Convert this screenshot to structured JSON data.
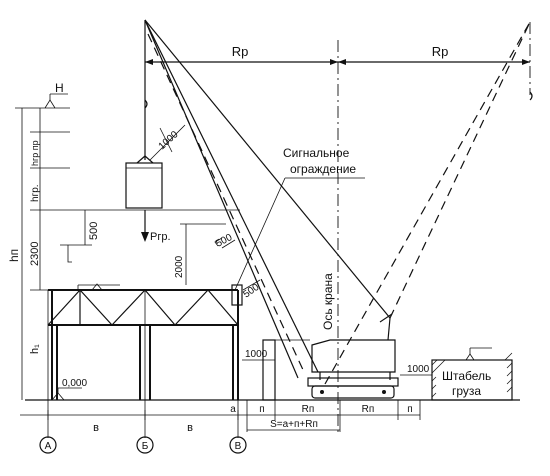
{
  "diagram": {
    "labels": {
      "H": "H",
      "h_gr_pr": "hгр пр",
      "h_gr": "hгр.",
      "h_p": "hп",
      "h_1": "h₁",
      "dim_2300": "2300",
      "dim_500_left": "500",
      "dim_1000_boom": "1000",
      "dim_2000": "2000",
      "dim_500_mid": "500",
      "dim_500_right": "500",
      "dim_1000_left": "1000",
      "dim_1000_right": "1000",
      "level_0000": "0,000",
      "p_gr": "Pгр.",
      "r_p_left": "Rр",
      "r_p_right": "Rр",
      "signal_fence_line1": "Сигнальное",
      "signal_fence_line2": "ограждение",
      "crane_axis": "Ось крана",
      "cargo_stack_line1": "Штабель",
      "cargo_stack_line2": "груза",
      "dim_v_1": "в",
      "dim_v_2": "в",
      "dim_a": "а",
      "dim_p_1": "п",
      "dim_rn_1": "Rп",
      "dim_rn_2": "Rп",
      "dim_p_2": "п",
      "formula_s": "S=а+п+Rп",
      "axis_a": "А",
      "axis_b": "Б",
      "axis_v": "В"
    }
  }
}
